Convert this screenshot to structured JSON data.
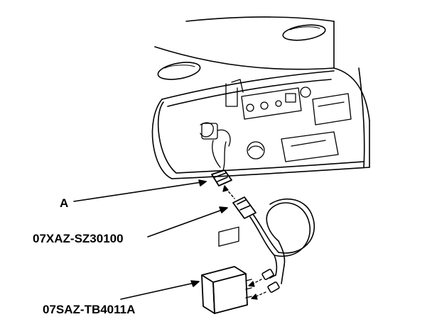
{
  "callouts": {
    "a": "A",
    "part_1": "07XAZ-SZ30100",
    "part_2": "07SAZ-TB4011A"
  },
  "colors": {
    "ink": "#000000",
    "paper": "#ffffff"
  }
}
